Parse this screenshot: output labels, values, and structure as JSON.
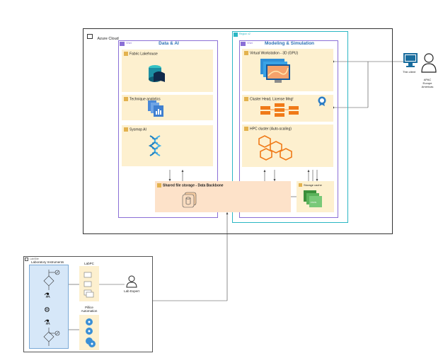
{
  "azure": {
    "title": "Azure Cloud"
  },
  "data_ai": {
    "vnet_label": "VNet",
    "title": "Data & AI",
    "items": [
      {
        "label": "Fabric Lakehouse"
      },
      {
        "label": "Technique analytics"
      },
      {
        "label": "Sysmop AI"
      }
    ]
  },
  "region": {
    "label": "Region x2"
  },
  "modeling": {
    "vnet_label": "VNet",
    "title": "Modeling & Simulation",
    "items": [
      {
        "label": "Virtual Workstation - 3D (GPU)"
      },
      {
        "label": "Cluster Head, License Mng!"
      },
      {
        "label": "HPC cluster (Auto-scaling)"
      }
    ]
  },
  "shared_storage": {
    "label": "Shared file storage - Data Backbone"
  },
  "storage_cache": {
    "label": "Storage cache",
    "icon_text": "FSXN"
  },
  "thin_client": {
    "label": "Thin client",
    "regions": [
      "APAC",
      "Europe",
      "Americas"
    ]
  },
  "lab": {
    "site_label": "Lab/Site",
    "instruments_title": "Laboratory Instruments",
    "labpc_label": "LabPC",
    "automation_label": "Pillice Automation",
    "expert_label": "Lab Expert"
  }
}
